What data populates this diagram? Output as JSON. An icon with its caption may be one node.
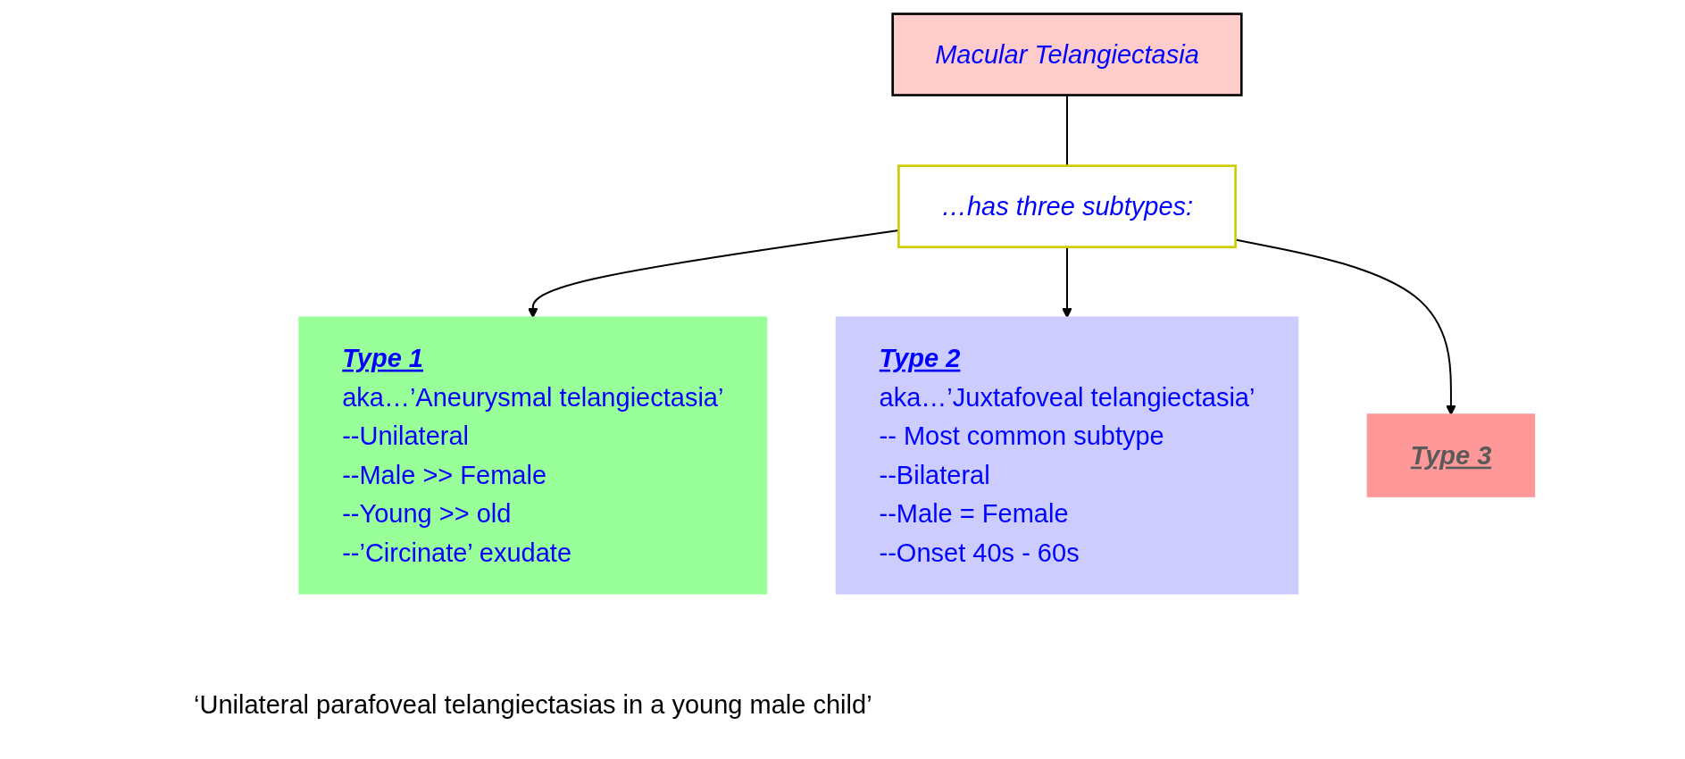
{
  "diagram": {
    "nodes": [
      {
        "text": [
          "Macular Telangiectasia"
        ]
      },
      {
        "text": [
          "…has three subtypes:"
        ]
      },
      {
        "text": [
          "Type 1",
          "aka…’Aneurysmal  telangiectasia’",
          "--Unilateral",
          "--Male  >>  Female",
          "--Young  >>  old",
          "--’Circinate’  exudate"
        ],
        "beside": [
          "‘Unilateral parafoveal telangiectasias in a young male child’"
        ]
      },
      {
        "text": [
          "Type 2",
          "aka…’Juxtafoveal  telangiectasia’",
          "--  Most  common subtype",
          "--Bilateral",
          "--Male  =  Female",
          "--Onset  40s - 60s"
        ]
      },
      {
        "text": [
          "Type 3"
        ]
      }
    ],
    "edges": [
      {
        "from": 0,
        "to": 1,
        "arrow": "none"
      },
      {
        "from": 1,
        "to": 2,
        "arrow": "to"
      },
      {
        "from": 1,
        "to": 3,
        "arrow": "to"
      },
      {
        "from": 1,
        "to": 4,
        "arrow": "to"
      }
    ]
  }
}
